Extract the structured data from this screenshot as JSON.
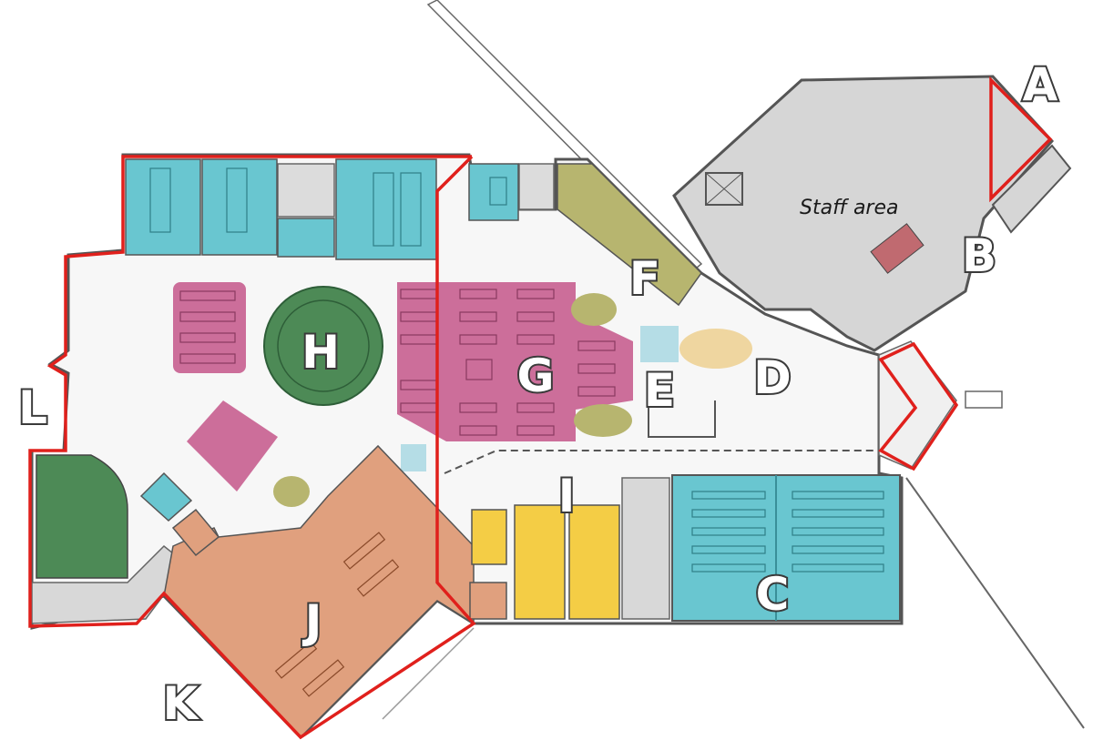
{
  "map": {
    "staff_area_label": "Staff area",
    "zones": [
      {
        "id": "A",
        "label": "A"
      },
      {
        "id": "B",
        "label": "B"
      },
      {
        "id": "C",
        "label": "C"
      },
      {
        "id": "D",
        "label": "D"
      },
      {
        "id": "E",
        "label": "E"
      },
      {
        "id": "F",
        "label": "F"
      },
      {
        "id": "G",
        "label": "G"
      },
      {
        "id": "H",
        "label": "H"
      },
      {
        "id": "I",
        "label": "I"
      },
      {
        "id": "J",
        "label": "J"
      },
      {
        "id": "K",
        "label": "K"
      },
      {
        "id": "L",
        "label": "L"
      }
    ],
    "colors": {
      "cyan": "#69c6d0",
      "pink": "#cc6e9a",
      "green": "#4d8a56",
      "olive": "#b7b56f",
      "salmon": "#e0a07e",
      "yellow": "#f4cd45",
      "gray": "#d4d4d4",
      "light_blue": "#b5dde6",
      "tan": "#efd6a0",
      "boundary": "#e0201c"
    }
  }
}
